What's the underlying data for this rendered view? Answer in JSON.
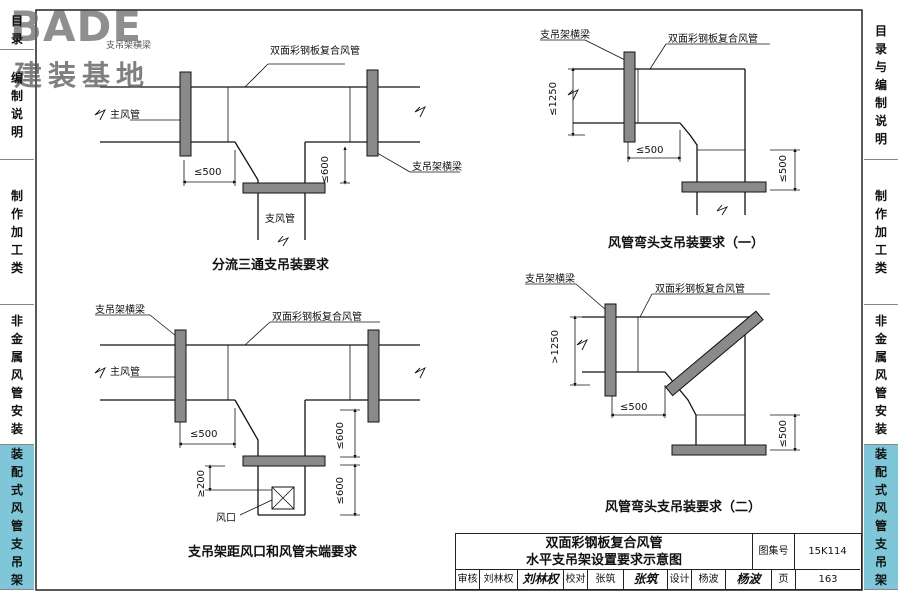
{
  "logo": {
    "main": "BADE",
    "sub": "建装基地",
    "watermark": "支吊架横梁"
  },
  "side_tabs": [
    {
      "label": "目录与编制说明",
      "active": false
    },
    {
      "label": "制作加工类",
      "active": false
    },
    {
      "label": "非金属风管安装",
      "active": false
    },
    {
      "label": "装配式风管支吊架",
      "active": true
    }
  ],
  "side_tabs_left": [
    {
      "label": "目录",
      "active": false
    },
    {
      "label": "编制说明",
      "active": false
    },
    {
      "label": "制作加工类",
      "active": false
    },
    {
      "label": "非金属风管安装",
      "active": false
    },
    {
      "label": "装配式风管支吊架",
      "active": true
    }
  ],
  "diagrams": {
    "tee": {
      "caption": "分流三通支吊装要求",
      "duct_label": "双面彩钢板复合风管",
      "main_duct": "主风管",
      "branch_duct": "支风管",
      "beam_label": "支吊架横梁",
      "dim_horizontal": "≤500",
      "dim_vertical": "≤600"
    },
    "elbow1": {
      "caption": "风管弯头支吊装要求（一）",
      "beam_label": "支吊架横梁",
      "duct_label": "双面彩钢板复合风管",
      "dim_vertical_top": "≤1250",
      "dim_horizontal": "≤500",
      "dim_vertical_bottom": "≤500"
    },
    "outlet": {
      "caption": "支吊架距风口和风管末端要求",
      "beam_label": "支吊架横梁",
      "duct_label": "双面彩钢板复合风管",
      "main_duct": "主风管",
      "dim_horizontal": "≤500",
      "dim_vertical_1": "≤600",
      "dim_vertical_2": "≤600",
      "dim_offset": "≥200",
      "outlet_label": "风口"
    },
    "elbow2": {
      "caption": "风管弯头支吊装要求（二）",
      "beam_label": "支吊架横梁",
      "duct_label": "双面彩钢板复合风管",
      "dim_vertical_top": ">1250",
      "dim_horizontal": "≤500",
      "dim_vertical_bottom": "≤500"
    }
  },
  "title_block": {
    "title_line1": "双面彩钢板复合风管",
    "title_line2": "水平支吊架设置要求示意图",
    "atlas_label": "图集号",
    "atlas_value": "15K114",
    "page_label": "页",
    "page_value": "163",
    "review_label": "审核",
    "reviewer": "刘林权",
    "reviewer_sig": "刘林权",
    "check_label": "校对",
    "checker": "张筑",
    "checker_sig": "张筑",
    "design_label": "设计",
    "designer": "杨波",
    "designer_sig": "杨波"
  }
}
